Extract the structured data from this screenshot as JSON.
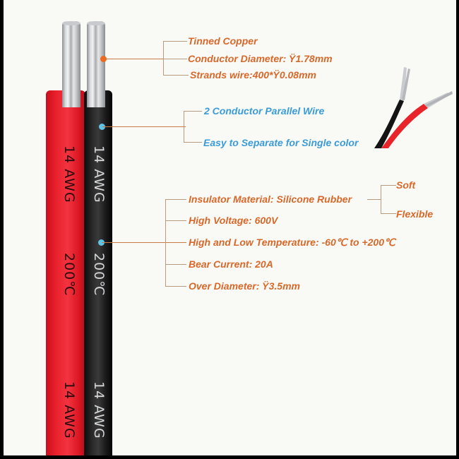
{
  "colors": {
    "background": "#f9faf6",
    "label_orange": "#d8682a",
    "label_blue": "#3a9bd6",
    "wire_red": "#e8202c",
    "wire_black": "#1c1c1c",
    "marker_orange": "#ef6a1e",
    "marker_blue": "#5ec4e8"
  },
  "wire": {
    "red_print": [
      "14 AWG",
      "200℃",
      "14 AWG"
    ],
    "black_print": [
      "14 AWG",
      "200℃",
      "14 AWG"
    ]
  },
  "callouts": {
    "conductor": {
      "items": [
        "Tinned Copper",
        "Conductor Diameter: Ÿ1.78mm",
        "Strands wire:400*Ÿ0.08mm"
      ]
    },
    "wire_type": {
      "items": [
        "2 Conductor Parallel Wire",
        "Easy to Separate for Single color"
      ]
    },
    "insulation": {
      "items": [
        "Insulator Material: Silicone Rubber",
        "High Voltage: 600V",
        "High and Low Temperature: -60℃ to +200℃",
        "Bear Current: 20A",
        "Over Diameter: Ÿ3.5mm"
      ],
      "sub_items": [
        "Soft",
        "Flexible"
      ]
    }
  }
}
